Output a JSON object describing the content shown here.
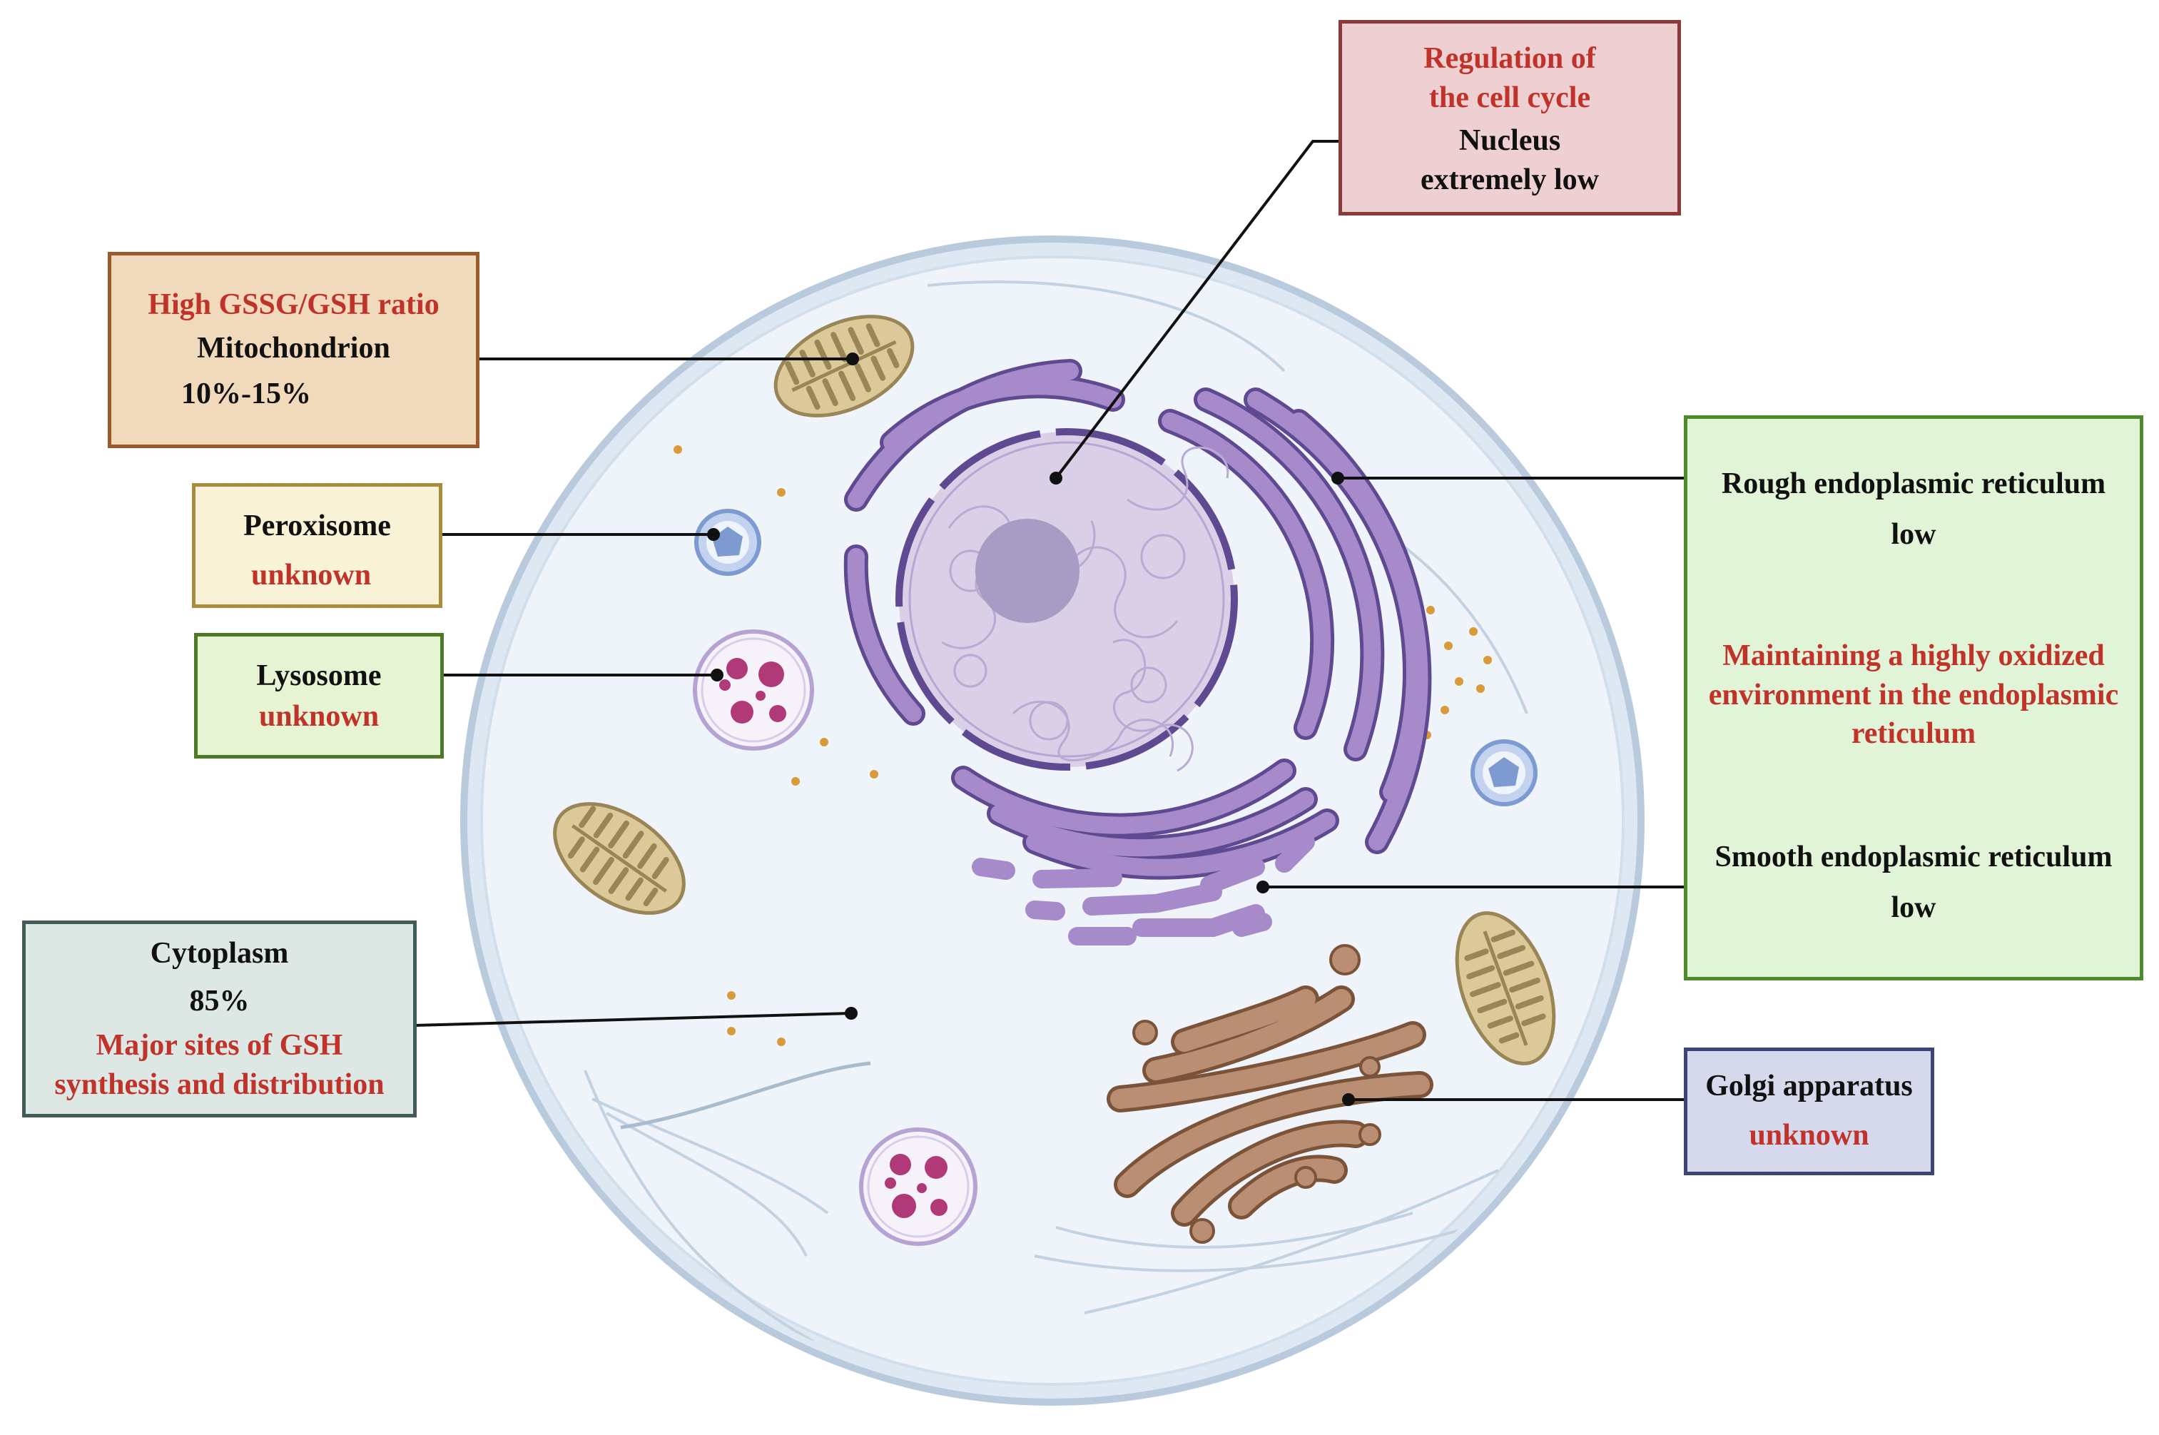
{
  "colors": {
    "highlight_text": "#c0332b",
    "body_text": "#111111",
    "cell_membrane": "#c6d6e4",
    "cytoplasm": "#eef4fa",
    "nucleus": "#d9cfe6",
    "nucleolus": "#a79cc4",
    "er": "#a68ac9",
    "golgi": "#b98e72",
    "mitochondrion": "#dcc99a",
    "lysosome_granule": "#b03a78",
    "peroxisome": "#7d9bd0"
  },
  "labels": {
    "nucleus": {
      "function": "Regulation of the cell cycle",
      "function_line1": "Regulation of",
      "function_line2": "the cell cycle",
      "name": "Nucleus",
      "level": "extremely low",
      "box_fill": "#efd0d2",
      "box_border": "#8b3a3a"
    },
    "mitochondrion": {
      "function": "High GSSG/GSH ratio",
      "name": "Mitochondrion",
      "level": "10%-15%",
      "box_fill": "#f1dabb",
      "box_border": "#9a5a2c"
    },
    "peroxisome": {
      "name": "Peroxisome",
      "level": "unknown",
      "box_fill": "#f8f2d6",
      "box_border": "#a88b3c"
    },
    "lysosome": {
      "name": "Lysosome",
      "level": "unknown",
      "box_fill": "#e7f4d4",
      "box_border": "#4f7a25"
    },
    "cytoplasm": {
      "name": "Cytoplasm",
      "level": "85%",
      "function": "Major sites of GSH synthesis and distribution",
      "function_line1": "Major sites of GSH",
      "function_line2": "synthesis and distribution",
      "box_fill": "#dde8e4",
      "box_border": "#405b58"
    },
    "er": {
      "rough_name": "Rough endoplasmic reticulum",
      "rough_level": "low",
      "function": "Maintaining a highly oxidized environment in the endoplasmic reticulum",
      "function_line1": "Maintaining a highly oxidized",
      "function_line2": "environment in the endoplasmic",
      "function_line3": "reticulum",
      "smooth_name": "Smooth endoplasmic reticulum",
      "smooth_level": "low",
      "box_fill": "#e2f4d7",
      "box_border": "#4d8a2c"
    },
    "golgi": {
      "name": "Golgi apparatus",
      "level": "unknown",
      "box_fill": "#d6d9ec",
      "box_border": "#3b4577"
    }
  },
  "icons": {
    "cell": "cell-membrane-icon",
    "nucleus": "nucleus-icon",
    "mitochondrion": "mitochondrion-icon",
    "peroxisome": "peroxisome-icon",
    "lysosome": "lysosome-icon",
    "rough_er": "rough-er-icon",
    "smooth_er": "smooth-er-icon",
    "golgi": "golgi-apparatus-icon"
  }
}
